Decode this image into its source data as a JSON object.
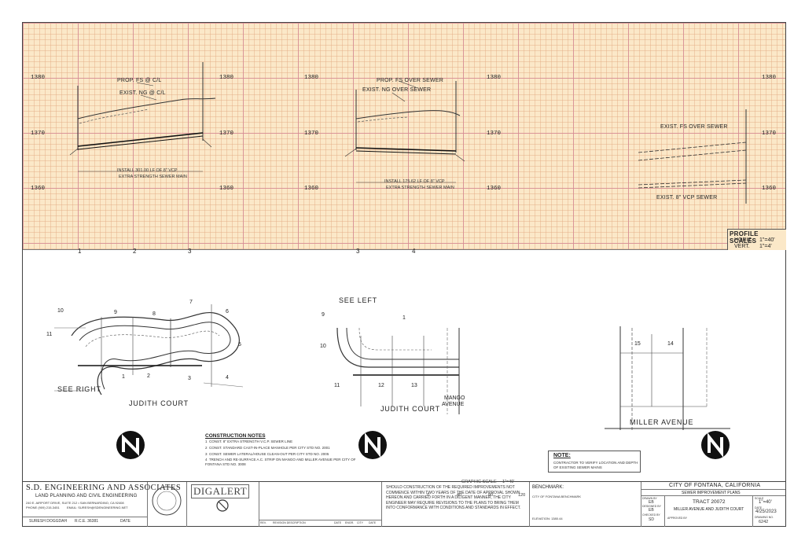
{
  "profile": {
    "elevations": [
      "1380",
      "1370",
      "1360"
    ],
    "stations": [
      "1",
      "2",
      "3",
      "3",
      "4"
    ],
    "labels": {
      "prop_fs_cl": "PROP. FS @ C/L",
      "exist_ng_cl": "EXIST. NG @ C/L",
      "prop_fs_sewer": "PROP. FS OVER SEWER",
      "exist_ng_sewer": "EXIST. NG OVER SEWER",
      "exist_fs_sewer": "EXIST. FS OVER SEWER",
      "exist_vcp_sewer": "EXIST. 8\" VCP SEWER",
      "install_1": "INSTALL 301.00 LF OF 8\" VCP",
      "install_1b": "EXTRA STRENGTH SEWER MAIN",
      "install_2": "INSTALL 175.62 LF OF 8\" VCP",
      "install_2b": "EXTRA STRENGTH SEWER MAIN"
    },
    "scales": {
      "title": "PROFILE SCALES",
      "horiz_label": "HORIZ.",
      "horiz_value": "1\"=40'",
      "vert_label": "VERT.",
      "vert_value": "1\"=4'"
    }
  },
  "plan": {
    "judith_left": {
      "title": "JUDITH COURT",
      "see": "SEE RIGHT",
      "lots": [
        "10",
        "9",
        "8",
        "7",
        "6",
        "5",
        "4",
        "3",
        "2",
        "1",
        "11"
      ]
    },
    "judith_right": {
      "title": "JUDITH COURT",
      "see": "SEE LEFT",
      "mango": "MANGO",
      "mango2": "AVENUE",
      "lots": [
        "9",
        "10",
        "11",
        "12",
        "13",
        "1"
      ]
    },
    "miller": {
      "title": "MILLER AVENUE",
      "lots": [
        "15",
        "14"
      ]
    }
  },
  "notes": {
    "title": "CONSTRUCTION NOTES",
    "items": [
      "CONST. 8\" EXTRA STRENGTH V.C.P. SEWER LINE",
      "CONST. STANDARD CAST-IN-PLACE MANHOLE PER CITY STD NO. 2001",
      "CONST. SEWER LATERAL/HOUSE CLEAN-OUT PER CITY STD NO. 2005",
      "TRENCH AND RE-SURFACE A.C. STRIP ON MANGO AND MILLER AVENUE PER CITY OF FONTANA STD NO. 3008"
    ],
    "numbers": [
      "1",
      "2",
      "3",
      "4"
    ]
  },
  "graphic_scale": {
    "label": "GRAPHIC SCALE",
    "value": "1\"=40'",
    "ticks": [
      "0",
      "40",
      "80",
      "120"
    ]
  },
  "note_box": {
    "title": "NOTE:",
    "text1": "CONTRACTOR TO VERIFY LOCATION AND DEPTH",
    "text2": "OF EXISTING SEWER MAINS"
  },
  "title_block": {
    "firm_name": "S.D. ENGINEERING AND ASSOCIATES",
    "firm_sub": "LAND PLANNING AND CIVIL ENGINEERING",
    "firm_addr": "240 E. AIRPORT DRIVE, SUITE 212 • SAN BERNARDINO, CA 92408",
    "firm_phone": "PHONE (909) 215-3451",
    "firm_email": "EMAIL: SURESH@SDENGINEERING.NET",
    "signer": "SURESH DOGGDAH",
    "rce": "R.C.E. 36381",
    "date_lbl": "DATE",
    "dig": "DIGALERT",
    "rev_cols": [
      "REV.",
      "REVISION DESCRIPTION",
      "DATE",
      "ENGR.",
      "CITY",
      "DATE"
    ],
    "disclaimer": "SHOULD CONSTRUCTION OF THE REQUIRED IMPROVEMENTS NOT COMMENCE WITHIN TWO YEARS OF THE DATE OF APPROVAL SHOWN HEREON AND CARRIED FORTH IN A DILIGENT MANNER, THE CITY ENGINEER MAY REQUIRE REVISIONS TO THE PLANS TO BRING THEM INTO CONFORMANCE WITH CONDITIONS AND STANDARDS IN EFFECT.",
    "benchmark_title": "BENCHMARK:",
    "benchmark_text": "CITY OF FONTANA BENCHMARK",
    "elevation": "ELEVATION: 1380.44",
    "city": "CITY OF FONTANA, CALIFORNIA",
    "plan_type": "SEWER IMPROVEMENT PLANS",
    "tract": "TRACT 20072",
    "street": "MILLER AVENUE AND JUDITH COURT",
    "drawn_by_lbl": "DRAWN BY",
    "drawn_by": "EB",
    "designed_by_lbl": "DESIGNED BY",
    "designed_by": "EB",
    "checked_by_lbl": "CHECKED BY",
    "checked_by": "SD",
    "approved_lbl": "APPROVED BY",
    "scale_lbl": "SCALE",
    "scale": "1\"=40'",
    "date_lbl2": "DATE",
    "date": "4/25/2023",
    "drawing_no_lbl": "DRAWING NO.",
    "drawing_no": "6242"
  }
}
